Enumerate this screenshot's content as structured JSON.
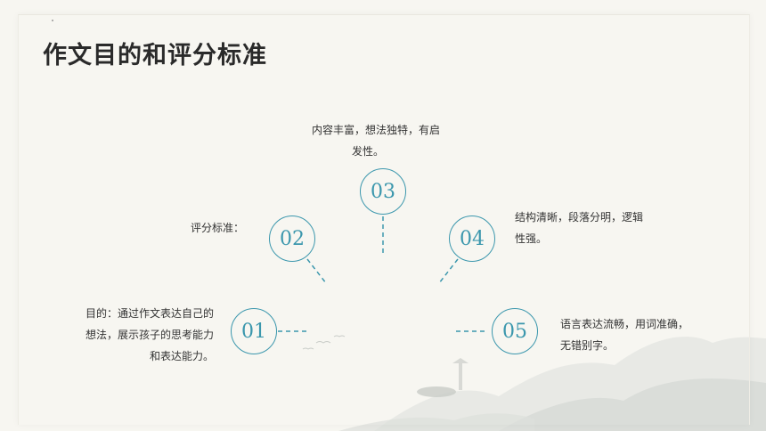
{
  "slide": {
    "title": "作文目的和评分标准",
    "accent_color": "#3b97ad",
    "items": [
      {
        "number": "01",
        "lines": [
          "目的：通过作文表达自己的",
          "想法，展示孩子的思考能力",
          "和表达能力。"
        ]
      },
      {
        "number": "02",
        "lines": [
          "评分标准："
        ]
      },
      {
        "number": "03",
        "lines": [
          "内容丰富，想法独特，有启",
          "发性。"
        ]
      },
      {
        "number": "04",
        "lines": [
          "结构清晰，段落分明，逻辑",
          "性强。"
        ]
      },
      {
        "number": "05",
        "lines": [
          "语言表达流畅，用词准确，",
          "无错别字。"
        ]
      }
    ]
  }
}
